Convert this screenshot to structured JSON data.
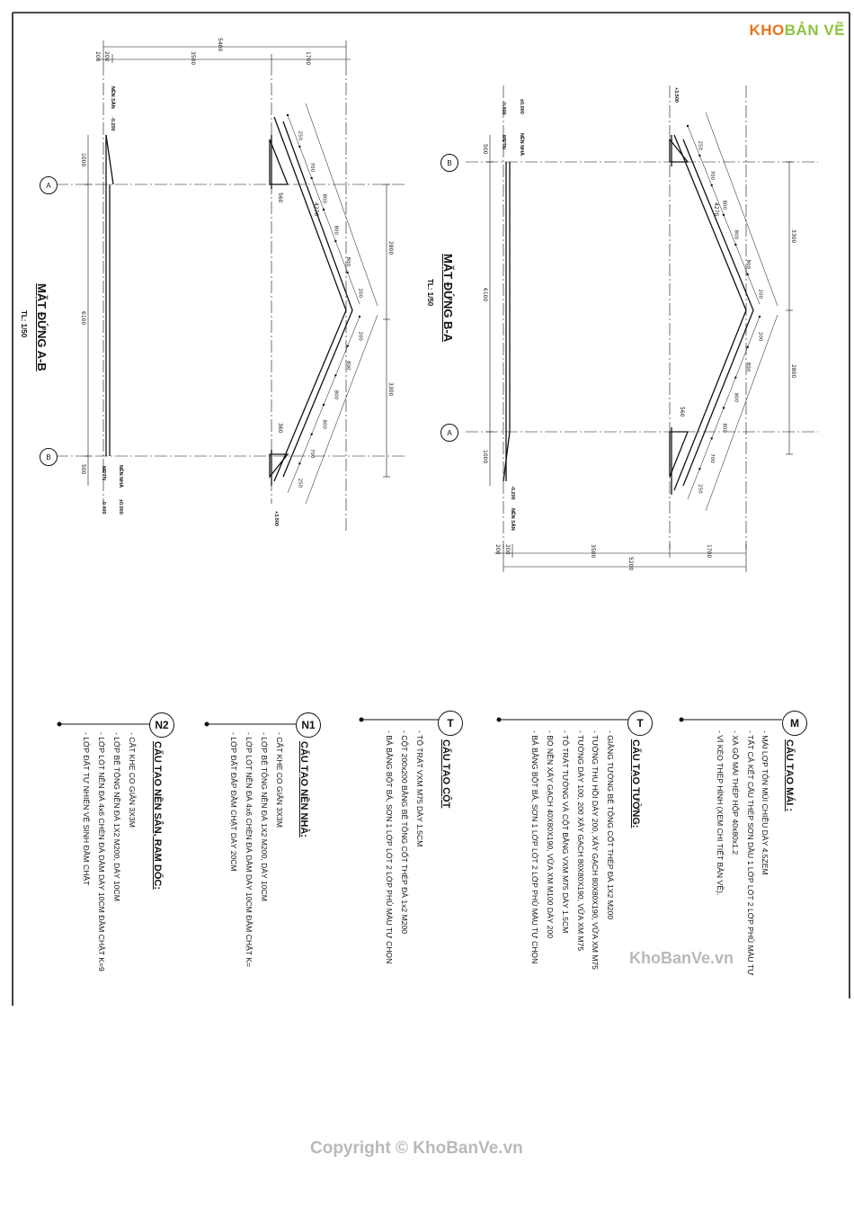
{
  "logo": {
    "prefix": "KHO",
    "suffix": "BẢN VẼ"
  },
  "watermark_right": "KhoBanVe.vn",
  "watermark_bottom": "Copyright © KhoBanVe.vn",
  "elevation_ab": {
    "title": "MẶT ĐỨNG A-B",
    "scale": "TL: 1/50",
    "grid_a": "A",
    "grid_b": "B",
    "dim_total": "5400",
    "dim_a": "200",
    "dim_b": "200",
    "dim_c": "3500",
    "dim_d": "1700",
    "dim_left_1": "1000",
    "dim_left_2": "6100",
    "dim_left_3": "500",
    "dim_right_1": "2800",
    "dim_right_2": "3300",
    "dim_560": "560",
    "dim_360": "360",
    "lvl_nen_san": "NỀN SÂN",
    "lvl_nen_nha": "NỀN NHÀ",
    "lvl_mdtn": "MĐTN",
    "lvl_m0200": "-0.200",
    "lvl_p0000": "±0.000",
    "lvl_m0400": "-0.400",
    "lvl_p3500": "+3.500",
    "rafter_dims": [
      "250",
      "700",
      "800",
      "800",
      "800",
      "200",
      "200",
      "800",
      "800",
      "800",
      "700",
      "250"
    ],
    "rafter_total": "4270"
  },
  "elevation_ba": {
    "title": "MẶT ĐỨNG B-A",
    "scale": "TL: 1/50",
    "grid_a": "A",
    "grid_b": "B",
    "dim_total": "5200",
    "dim_a": "200",
    "dim_b": "200",
    "dim_c": "3500",
    "dim_d": "1700",
    "dim_left_1": "500",
    "dim_left_2": "6100",
    "dim_left_3": "1000",
    "dim_right_1": "3300",
    "dim_right_2": "2800",
    "dim_560": "560",
    "lvl_nen_san": "NỀN SÂN",
    "lvl_nen_nha": "NỀN NHÀ",
    "lvl_mdtn": "MĐTN",
    "lvl_m0200": "-0.200",
    "lvl_p0000": "±0.000",
    "lvl_m0400": "-0.400",
    "lvl_p3500": "+3.500",
    "rafter_dims": [
      "250",
      "700",
      "800",
      "800",
      "800",
      "200",
      "200",
      "800",
      "800",
      "800",
      "700",
      "250"
    ],
    "rafter_total": "4270"
  },
  "notes": {
    "roof": {
      "tag": "M",
      "title": "CẤU TẠO MÁI :",
      "lines": [
        "- MÁI LỢP TÔN MÚI CHIỀU DÀY 4.5ZEM",
        "- TẤT CẢ KẾT CẤU THÉP SƠN DẦU 1 LỚP LÓT 2 LỚP PHỦ MÀU TỰ",
        "- XÀ GỒ MÁI THÉP HỘP 40x80x1.2",
        "- VÌ KÈO THÉP HÌNH (XEM CHI TIẾT BẢN VẼ)."
      ]
    },
    "wall": {
      "tag": "T",
      "title": "CẤU TẠO TƯỜNG:",
      "lines": [
        "- GIẰNG TƯỜNG BÊ TÔNG CỐT THÉP ĐÁ 1X2 M200",
        "- TƯỜNG THU HỒI DÀY 200, XÂY GẠCH 80X80X190, VỮA XM M75",
        "- TƯỜNG DÀY 100, 200 XÂY GẠCH 80X80X190, VỮA XM M75",
        "- TÔ TRÁT TƯỜNG VÀ CỘT BẰNG VXM M75 DÀY 1.5CM",
        "- BÓ NỀN XÂY GẠCH 40X80X190, VỮA XM M100 DÀY 200",
        "- BẢ BẰNG BỘT BẢ, SƠN 1 LỚP LÓT 2 LỚP PHỦ MÀU TỰ CHỌN"
      ]
    },
    "column": {
      "tag": "T",
      "title": "CẤU TẠO CỘT",
      "lines": [
        "- TÔ TRÁT VXM M75 DÀY 1.5CM",
        "- CỘT 200x200 BẰNG BÊ TÔNG CỐT THÉP ĐÁ 1x2 M200",
        "- BẢ BẰNG BỘT BẢ, SƠN 1 LỚP LÓT 2 LỚP PHỦ MÀU TỰ CHỌN"
      ]
    },
    "floor_house": {
      "tag": "N1",
      "title": "CẤU TẠO NỀN NHÀ:",
      "lines": [
        "- CẮT KHE CO GIÃN 3X3M",
        "- LỚP BÊ TÔNG NỀN ĐÁ 1X2 M200, DÀY 10CM",
        "- LỚP LÓT NỀN ĐÁ 4x6 CHÈN ĐÁ DĂM DÀY 10CM ĐẦM CHẶT K=",
        "- LỚP ĐẤT ĐẮP ĐẦM CHẶT DÀY 20CM"
      ]
    },
    "floor_yard": {
      "tag": "N2",
      "title": "CẤU TẠO NỀN SÂN, RAM DỐC:",
      "lines": [
        "- CẮT KHE CO GIÃN 3X3M",
        "- LỚP BÊ TÔNG NỀN ĐÁ 1X2 M200, DÀY 10CM",
        "- LỚP LÓT NỀN ĐÁ 4x6 CHÈN ĐÁ DĂM DÀY 10CM ĐẦM CHẶT K=9",
        "- LỚP ĐẤT TỰ NHIÊN VỆ SINH ĐẦM CHẶT"
      ]
    }
  }
}
